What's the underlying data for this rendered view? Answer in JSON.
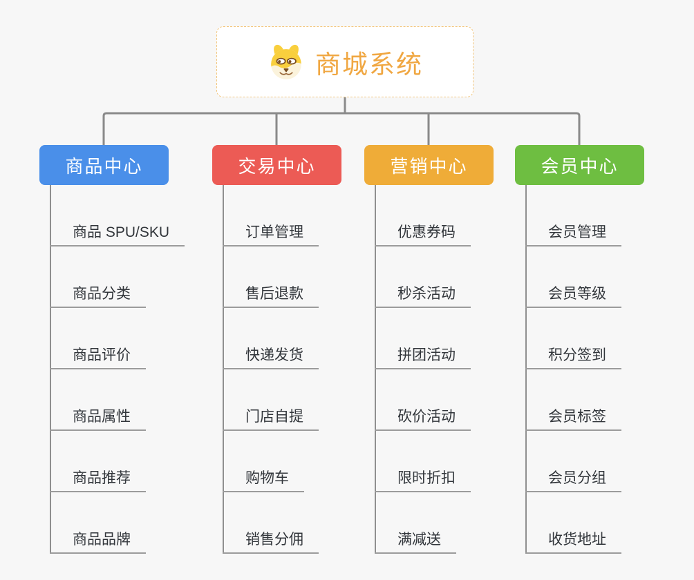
{
  "page": {
    "background_color": "#f7f7f7",
    "connector_color": "#8a8a8a",
    "underline_color": "#9b9b9b"
  },
  "root": {
    "title": "商城系统",
    "title_color": "#f0a742",
    "border_color": "#f3c77e",
    "icon": "doge-icon"
  },
  "branches": [
    {
      "label": "商品中心",
      "color": "#4a8fe9",
      "children": [
        "商品 SPU/SKU",
        "商品分类",
        "商品评价",
        "商品属性",
        "商品推荐",
        "商品品牌"
      ]
    },
    {
      "label": "交易中心",
      "color": "#ec5b55",
      "children": [
        "订单管理",
        "售后退款",
        "快递发货",
        "门店自提",
        "购物车",
        "销售分佣"
      ]
    },
    {
      "label": "营销中心",
      "color": "#efac38",
      "children": [
        "优惠券码",
        "秒杀活动",
        "拼团活动",
        "砍价活动",
        "限时折扣",
        "满减送"
      ]
    },
    {
      "label": "会员中心",
      "color": "#6ebe41",
      "children": [
        "会员管理",
        "会员等级",
        "积分签到",
        "会员标签",
        "会员分组",
        "收货地址"
      ]
    }
  ]
}
